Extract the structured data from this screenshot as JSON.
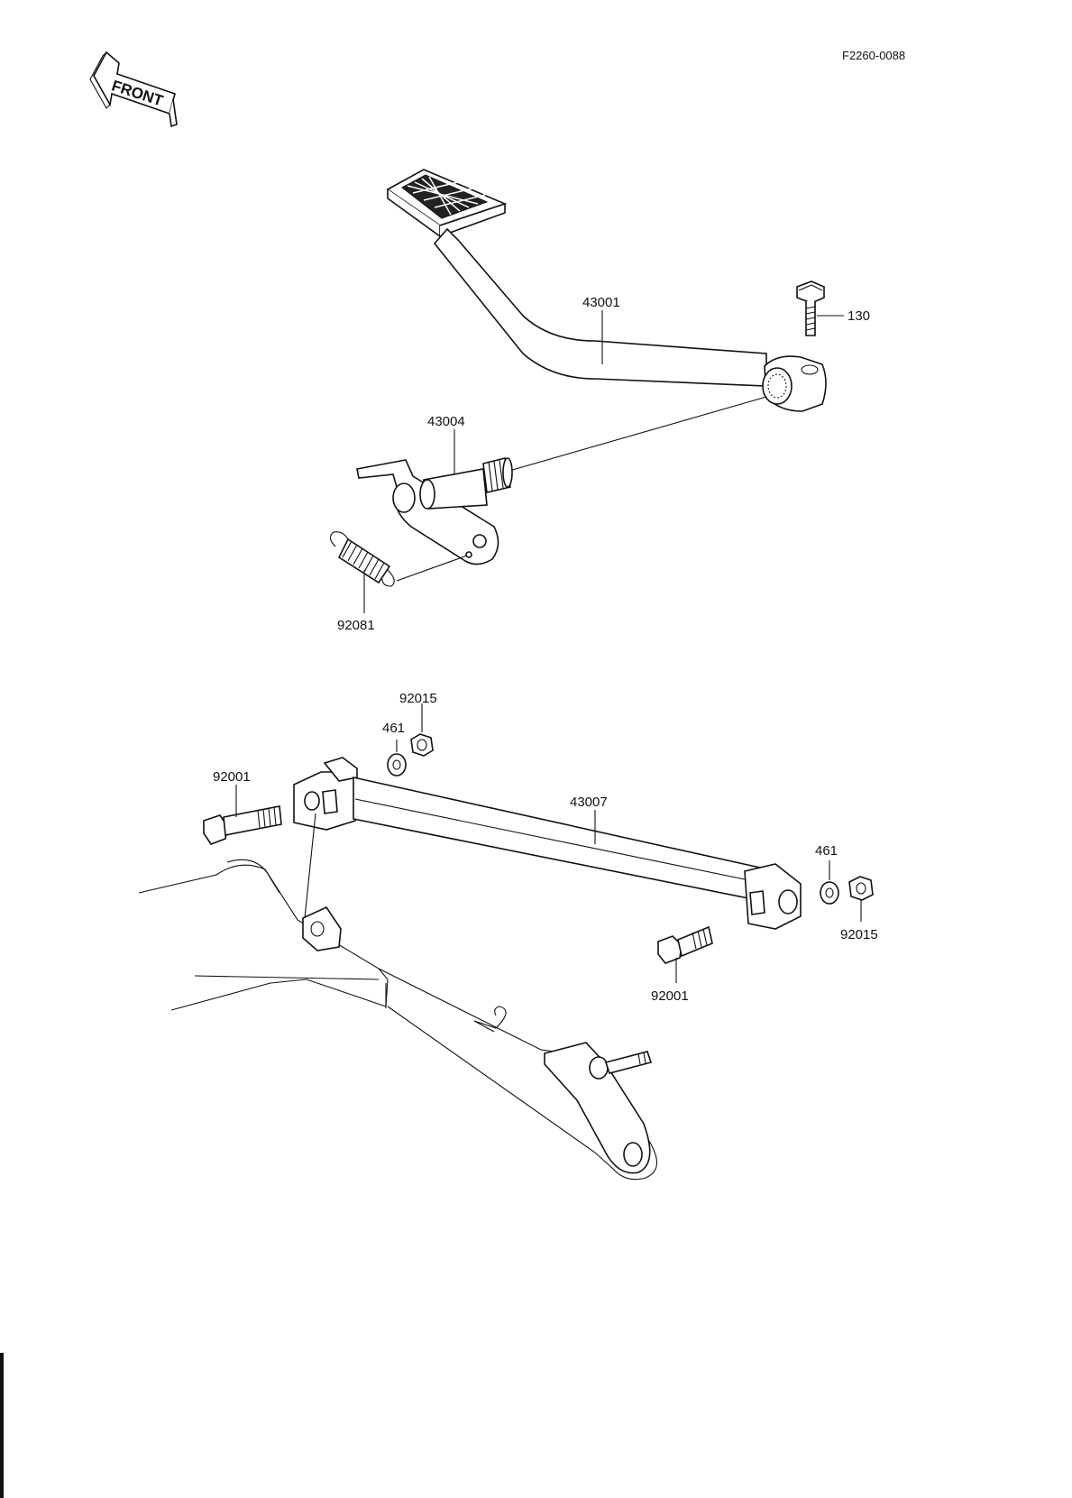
{
  "drawing_code": "F2260-0088",
  "front_label": "FRONT",
  "parts": {
    "brake_pedal": "43001",
    "bolt_130": "130",
    "pedal_shaft": "43004",
    "spring": "92081",
    "nut_top": "92015",
    "washer_left": "461",
    "bolt_left": "92001",
    "tension_rod": "43007",
    "washer_right": "461",
    "nut_right": "92015",
    "bolt_right": "92001"
  }
}
